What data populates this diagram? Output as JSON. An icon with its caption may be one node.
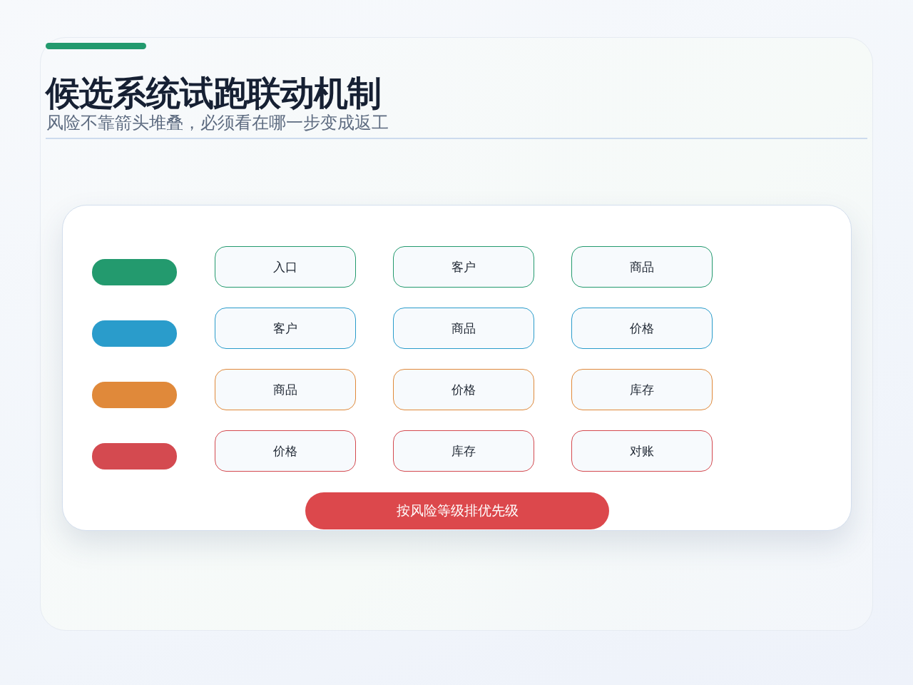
{
  "diagram": {
    "title": "候选系统试跑联动机制",
    "nodes": [
      {
        "text": [],
        "shape": "box"
      },
      {
        "text": [],
        "shape": "bar",
        "in": 0
      },
      {
        "text": [
          "入口"
        ],
        "in": 0
      },
      {
        "text": [
          "客户"
        ],
        "in": 0
      },
      {
        "text": [
          "商品"
        ],
        "in": 0
      },
      {
        "text": [],
        "shape": "bar",
        "in": 0
      },
      {
        "text": [
          "客户"
        ],
        "in": 0
      },
      {
        "text": [
          "商品"
        ],
        "in": 0
      },
      {
        "text": [
          "价格"
        ],
        "in": 0
      },
      {
        "text": [],
        "shape": "bar",
        "in": 0
      },
      {
        "text": [
          "商品"
        ],
        "in": 0
      },
      {
        "text": [
          "价格"
        ],
        "in": 0
      },
      {
        "text": [
          "库存"
        ],
        "in": 0
      },
      {
        "text": [],
        "shape": "bar",
        "in": 0
      },
      {
        "text": [
          "价格"
        ],
        "in": 0
      },
      {
        "text": [
          "库存"
        ],
        "in": 0
      },
      {
        "text": [
          "对账"
        ],
        "in": 0
      },
      {
        "text": [
          "按风险等级排优先级"
        ],
        "in": 0
      }
    ],
    "labels": [
      "风险不靠箭头堆叠，必须看在哪一步变成返工"
    ]
  }
}
